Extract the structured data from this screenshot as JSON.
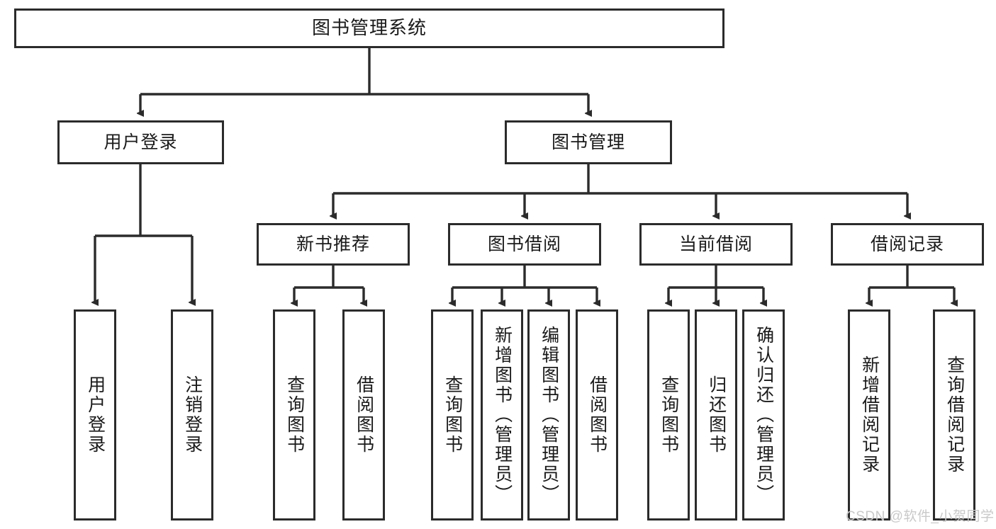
{
  "diagram": {
    "type": "tree-hierarchy",
    "title": "图书管理系统",
    "background_color": "#ffffff",
    "node_border_color": "#2b2b2b",
    "node_fill_color": "#ffffff",
    "edge_color": "#2b2b2b",
    "levels": {
      "level0": [
        "图书管理系统"
      ],
      "level1": [
        "用户登录",
        "图书管理"
      ],
      "level2": [
        "新书推荐",
        "图书借阅",
        "当前借阅",
        "借阅记录"
      ],
      "level3": [
        "用户登录",
        "注销登录",
        "查询图书",
        "借阅图书",
        "查询图书",
        "新增图书（管理员）",
        "编辑图书（管理员）",
        "借阅图书",
        "查询图书",
        "归还图书",
        "确认归还（管理员）",
        "新增借阅记录",
        "查询借阅记录"
      ]
    },
    "nodes": {
      "root": {
        "label": "图书管理系统"
      },
      "user_login": {
        "label": "用户登录"
      },
      "book_manage": {
        "label": "图书管理"
      },
      "new_book_rec": {
        "label": "新书推荐"
      },
      "book_borrow": {
        "label": "图书借阅"
      },
      "current_borrow": {
        "label": "当前借阅"
      },
      "borrow_record": {
        "label": "借阅记录"
      },
      "leaf_user_login": {
        "label": "用户登录"
      },
      "leaf_logout": {
        "label": "注销登录"
      },
      "leaf_query_book_1": {
        "label": "查询图书"
      },
      "leaf_borrow_book_1": {
        "label": "借阅图书"
      },
      "leaf_query_book_2": {
        "label": "查询图书"
      },
      "leaf_add_book_admin": {
        "label": "新增图书（管理员）"
      },
      "leaf_edit_book_admin": {
        "label": "编辑图书（管理员）"
      },
      "leaf_borrow_book_2": {
        "label": "借阅图书"
      },
      "leaf_query_book_3": {
        "label": "查询图书"
      },
      "leaf_return_book": {
        "label": "归还图书"
      },
      "leaf_confirm_return_admin": {
        "label": "确认归还（管理员）"
      },
      "leaf_add_borrow_record": {
        "label": "新增借阅记录"
      },
      "leaf_query_borrow_record": {
        "label": "查询借阅记录"
      }
    },
    "edges": [
      {
        "from": "root",
        "to": "user_login"
      },
      {
        "from": "root",
        "to": "book_manage"
      },
      {
        "from": "user_login",
        "to": "leaf_user_login"
      },
      {
        "from": "user_login",
        "to": "leaf_logout"
      },
      {
        "from": "book_manage",
        "to": "new_book_rec"
      },
      {
        "from": "book_manage",
        "to": "book_borrow"
      },
      {
        "from": "book_manage",
        "to": "current_borrow"
      },
      {
        "from": "book_manage",
        "to": "borrow_record"
      },
      {
        "from": "new_book_rec",
        "to": "leaf_query_book_1"
      },
      {
        "from": "new_book_rec",
        "to": "leaf_borrow_book_1"
      },
      {
        "from": "book_borrow",
        "to": "leaf_query_book_2"
      },
      {
        "from": "book_borrow",
        "to": "leaf_add_book_admin"
      },
      {
        "from": "book_borrow",
        "to": "leaf_edit_book_admin"
      },
      {
        "from": "book_borrow",
        "to": "leaf_borrow_book_2"
      },
      {
        "from": "current_borrow",
        "to": "leaf_query_book_3"
      },
      {
        "from": "current_borrow",
        "to": "leaf_return_book"
      },
      {
        "from": "current_borrow",
        "to": "leaf_confirm_return_admin"
      },
      {
        "from": "borrow_record",
        "to": "leaf_add_borrow_record"
      },
      {
        "from": "borrow_record",
        "to": "leaf_query_borrow_record"
      }
    ]
  },
  "watermark": {
    "text": "CSDN @软件_小贺同学",
    "color": "#c9c9c9"
  }
}
